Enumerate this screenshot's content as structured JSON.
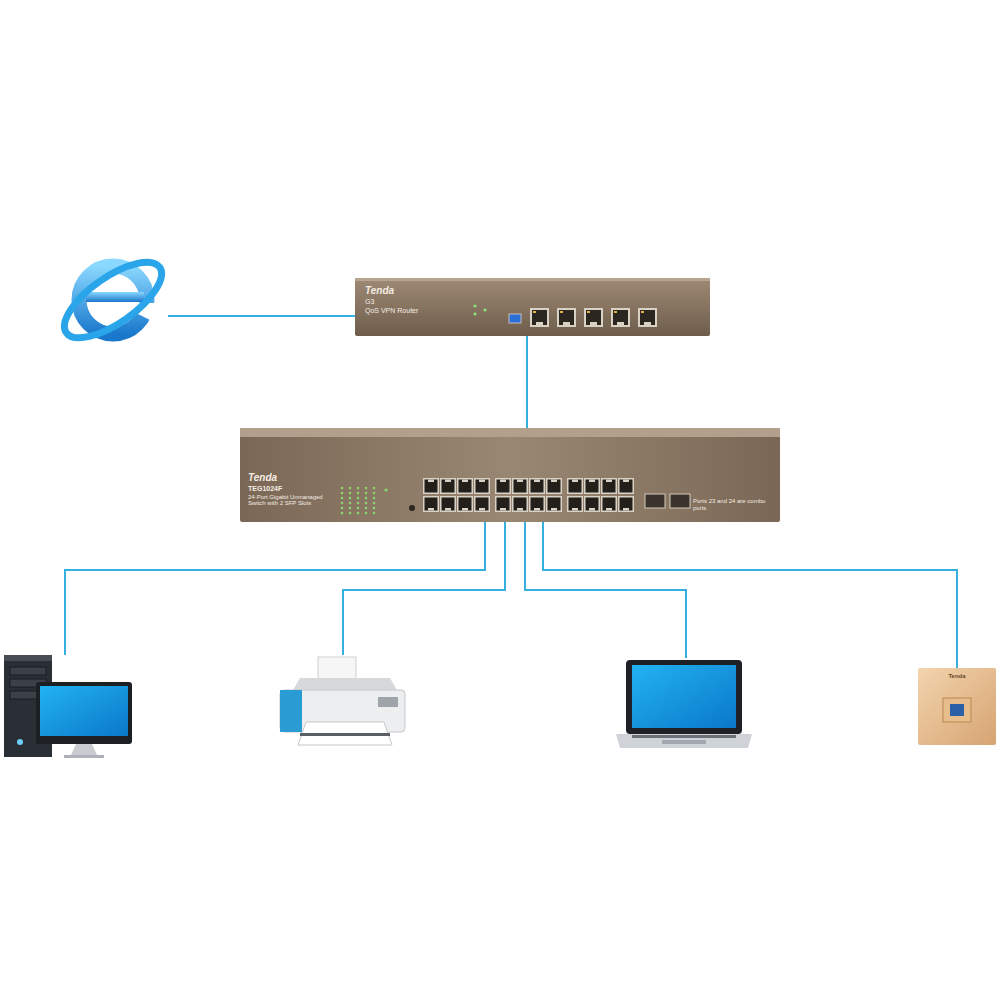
{
  "diagram": {
    "nodes": [
      {
        "text": [
          "Tenda",
          "G3",
          "QoS VPN Router"
        ]
      },
      {
        "text": [
          "Tenda",
          "TEG1024F",
          "24-Port Gigabit Unmanaged Switch with 2 SFP Slots"
        ]
      },
      {
        "text": [
          "Tenda"
        ]
      }
    ],
    "edges": [
      {
        "from": 0,
        "to": 1,
        "arrow": "none"
      },
      {
        "from": 1,
        "to": 2,
        "arrow": "none"
      }
    ],
    "labels": [
      "Ports 23 and 24 are combo ports"
    ]
  }
}
